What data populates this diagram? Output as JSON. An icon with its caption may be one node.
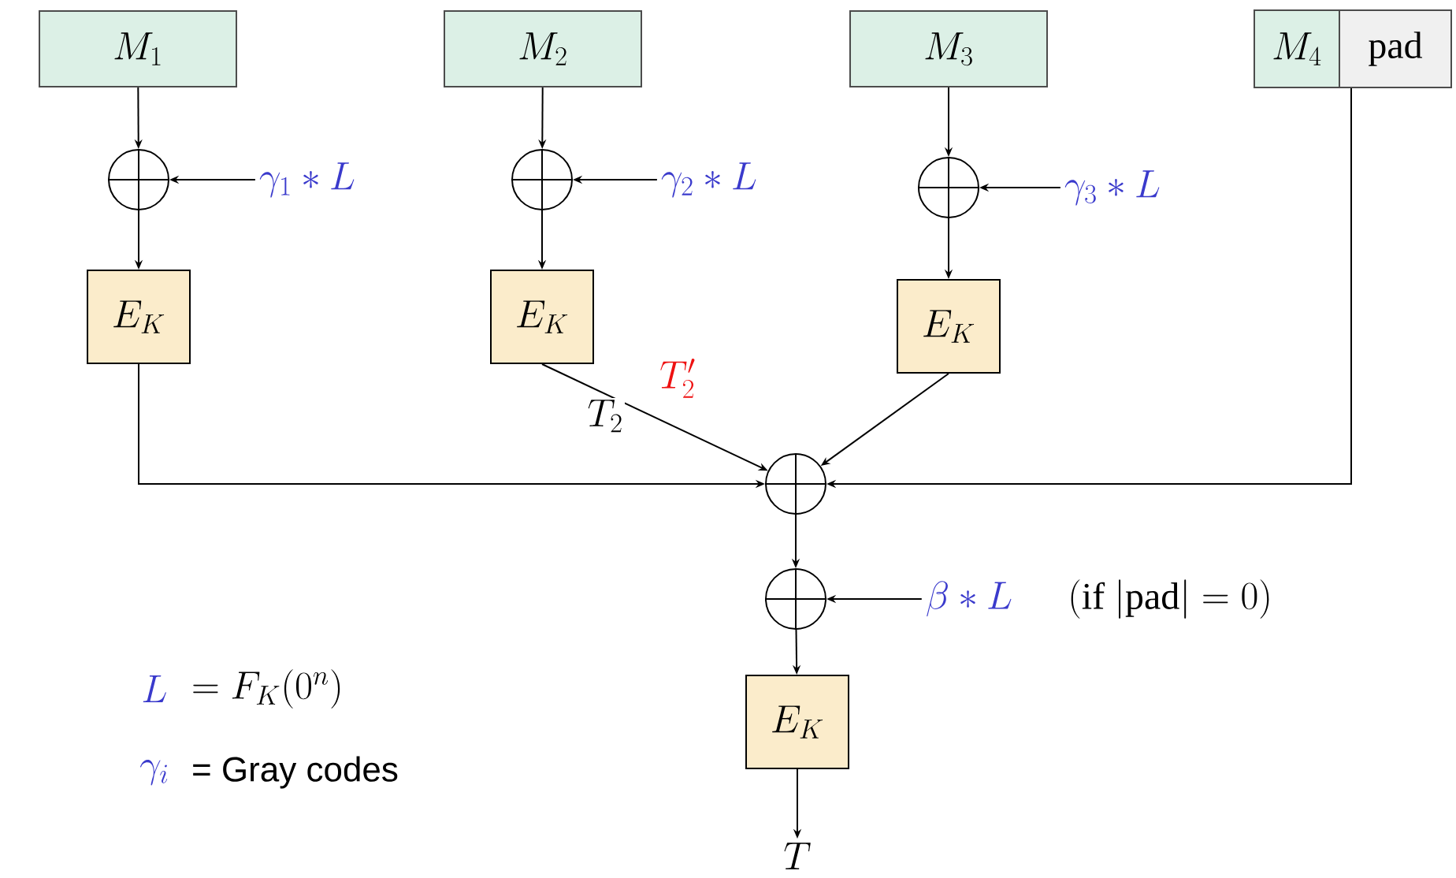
{
  "diagram": {
    "nodes": [
      {
        "text": [
          "M_1"
        ]
      },
      {
        "text": [],
        "shape": "circle"
      },
      {
        "text": [
          "E_K"
        ]
      },
      {
        "text": [
          "M_2"
        ]
      },
      {
        "text": [],
        "shape": "circle"
      },
      {
        "text": [
          "E_K"
        ]
      },
      {
        "text": [
          "M_3"
        ]
      },
      {
        "text": [],
        "shape": "circle"
      },
      {
        "text": [
          "E_K"
        ]
      },
      {
        "text": [
          "M_4"
        ]
      },
      {
        "text": [
          "pad"
        ]
      },
      {
        "text": [],
        "shape": "circle"
      },
      {
        "text": [],
        "shape": "circle"
      },
      {
        "text": [
          "E_K"
        ]
      },
      {
        "text": [
          "T"
        ]
      },
      {
        "text": [
          "\\gamma_1 * L"
        ]
      },
      {
        "text": [
          "\\gamma_2 * L"
        ]
      },
      {
        "text": [
          "\\gamma_3 * L"
        ]
      },
      {
        "text": [
          "\\beta * L"
        ],
        "beside": [
          "(\\mathrm{if}\\ |\\mathrm{pad}| = 0)"
        ]
      }
    ],
    "edges": [
      {
        "from": 0,
        "to": 1,
        "arrow": "to"
      },
      {
        "from": 15,
        "to": 1,
        "arrow": "to"
      },
      {
        "from": 1,
        "to": 2,
        "arrow": "to"
      },
      {
        "from": 3,
        "to": 4,
        "arrow": "to"
      },
      {
        "from": 16,
        "to": 4,
        "arrow": "to"
      },
      {
        "from": 4,
        "to": 5,
        "arrow": "to"
      },
      {
        "from": 6,
        "to": 7,
        "arrow": "to"
      },
      {
        "from": 17,
        "to": 7,
        "arrow": "to"
      },
      {
        "from": 7,
        "to": 8,
        "arrow": "to"
      },
      {
        "from": 2,
        "to": 11,
        "arrow": "to"
      },
      {
        "from": 5,
        "to": 11,
        "arrow": "to",
        "label": "T_2"
      },
      {
        "from": 8,
        "to": 11,
        "arrow": "to"
      },
      {
        "from": 10,
        "to": 11,
        "arrow": "to"
      },
      {
        "from": 11,
        "to": 12,
        "arrow": "to"
      },
      {
        "from": 18,
        "to": 12,
        "arrow": "to"
      },
      {
        "from": 12,
        "to": 13,
        "arrow": "to"
      },
      {
        "from": 13,
        "to": 14,
        "arrow": "to"
      }
    ],
    "labels": [
      "T_2'",
      "L",
      "= F_K(0^n)",
      "\\gamma_i",
      "= Gray codes"
    ]
  }
}
